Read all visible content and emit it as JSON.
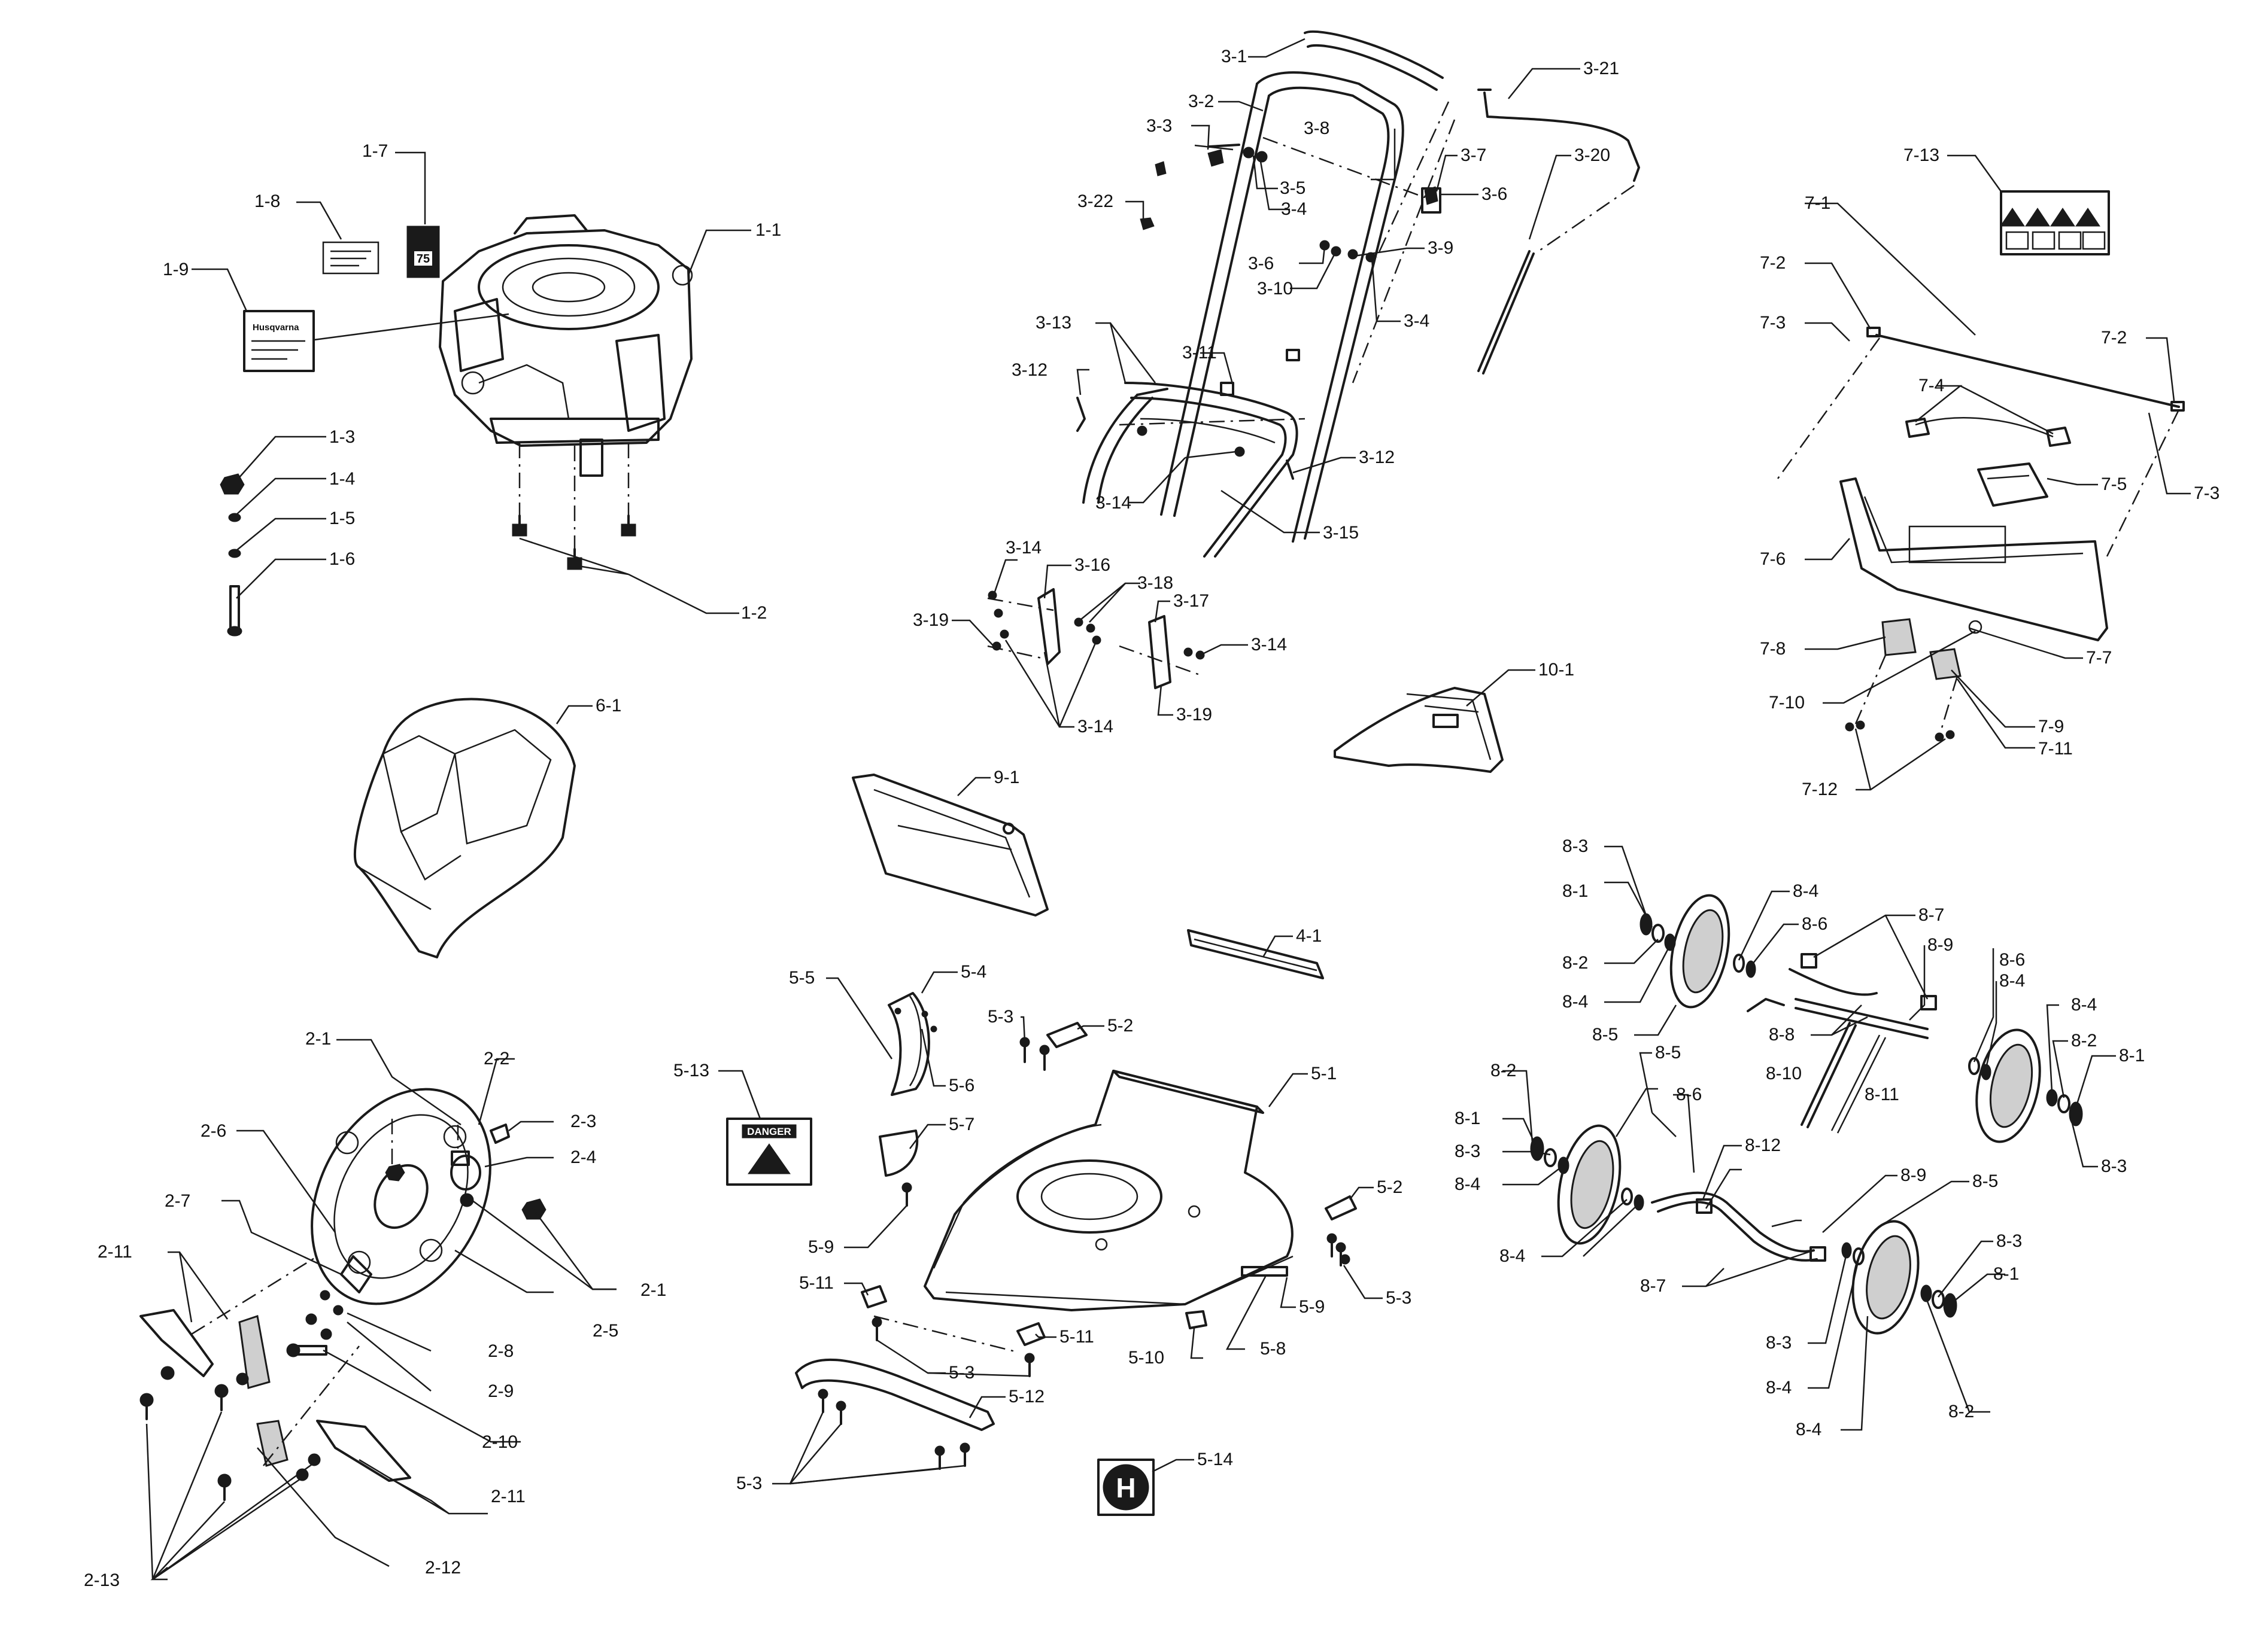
{
  "labels": {
    "l1_1": "1-1",
    "l1_2": "1-2",
    "l1_3": "1-3",
    "l1_4": "1-4",
    "l1_5": "1-5",
    "l1_6": "1-6",
    "l1_7": "1-7",
    "l1_8": "1-8",
    "l1_9": "1-9",
    "l2_1a": "2-1",
    "l2_1b": "2-1",
    "l2_2": "2-2",
    "l2_3": "2-3",
    "l2_4": "2-4",
    "l2_5": "2-5",
    "l2_6": "2-6",
    "l2_7": "2-7",
    "l2_8": "2-8",
    "l2_9": "2-9",
    "l2_10": "2-10",
    "l2_11a": "2-11",
    "l2_11b": "2-11",
    "l2_12": "2-12",
    "l2_13": "2-13",
    "l3_1": "3-1",
    "l3_2": "3-2",
    "l3_3": "3-3",
    "l3_4a": "3-4",
    "l3_4b": "3-4",
    "l3_5": "3-5",
    "l3_6a": "3-6",
    "l3_6b": "3-6",
    "l3_7": "3-7",
    "l3_8": "3-8",
    "l3_9": "3-9",
    "l3_10": "3-10",
    "l3_11": "3-11",
    "l3_12a": "3-12",
    "l3_12b": "3-12",
    "l3_13": "3-13",
    "l3_14a": "3-14",
    "l3_14b": "3-14",
    "l3_14c": "3-14",
    "l3_14d": "3-14",
    "l3_15": "3-15",
    "l3_16": "3-16",
    "l3_17": "3-17",
    "l3_18": "3-18",
    "l3_19a": "3-19",
    "l3_19b": "3-19",
    "l3_20": "3-20",
    "l3_21": "3-21",
    "l3_22": "3-22",
    "l4_1": "4-1",
    "l5_1": "5-1",
    "l5_2a": "5-2",
    "l5_2b": "5-2",
    "l5_3a": "5-3",
    "l5_3b": "5-3",
    "l5_3c": "5-3",
    "l5_3d": "5-3",
    "l5_4": "5-4",
    "l5_5": "5-5",
    "l5_6": "5-6",
    "l5_7": "5-7",
    "l5_8": "5-8",
    "l5_9a": "5-9",
    "l5_9b": "5-9",
    "l5_10": "5-10",
    "l5_11a": "5-11",
    "l5_11b": "5-11",
    "l5_12": "5-12",
    "l5_13": "5-13",
    "l5_14": "5-14",
    "l6_1": "6-1",
    "l7_1": "7-1",
    "l7_2a": "7-2",
    "l7_2b": "7-2",
    "l7_3a": "7-3",
    "l7_3b": "7-3",
    "l7_4": "7-4",
    "l7_5": "7-5",
    "l7_6": "7-6",
    "l7_7": "7-7",
    "l7_8": "7-8",
    "l7_9": "7-9",
    "l7_10": "7-10",
    "l7_11": "7-11",
    "l7_12": "7-12",
    "l7_13": "7-13",
    "l8_1a": "8-1",
    "l8_1b": "8-1",
    "l8_1c": "8-1",
    "l8_1d": "8-1",
    "l8_2a": "8-2",
    "l8_2b": "8-2",
    "l8_2c": "8-2",
    "l8_2d": "8-2",
    "l8_3a": "8-3",
    "l8_3b": "8-3",
    "l8_3c": "8-3",
    "l8_3d": "8-3",
    "l8_3e": "8-3",
    "l8_4a": "8-4",
    "l8_4b": "8-4",
    "l8_4c": "8-4",
    "l8_4d": "8-4",
    "l8_4e": "8-4",
    "l8_4f": "8-4",
    "l8_4g": "8-4",
    "l8_4h": "8-4",
    "l8_5a": "8-5",
    "l8_5b": "8-5",
    "l8_5c": "8-5",
    "l8_6a": "8-6",
    "l8_6b": "8-6",
    "l8_6c": "8-6",
    "l8_7a": "8-7",
    "l8_7b": "8-7",
    "l8_8": "8-8",
    "l8_9a": "8-9",
    "l8_9b": "8-9",
    "l8_10": "8-10",
    "l8_11": "8-11",
    "l8_12": "8-12",
    "l9_1": "9-1",
    "l10_1": "10-1"
  },
  "decals": {
    "husqvarna_brand": "Husqvarna",
    "model_number": "75",
    "danger_word": "DANGER",
    "logo_letter": "H"
  },
  "colors": {
    "line": "#1a1a1a",
    "paper": "#ffffff",
    "shade": "#cfcfcf"
  }
}
